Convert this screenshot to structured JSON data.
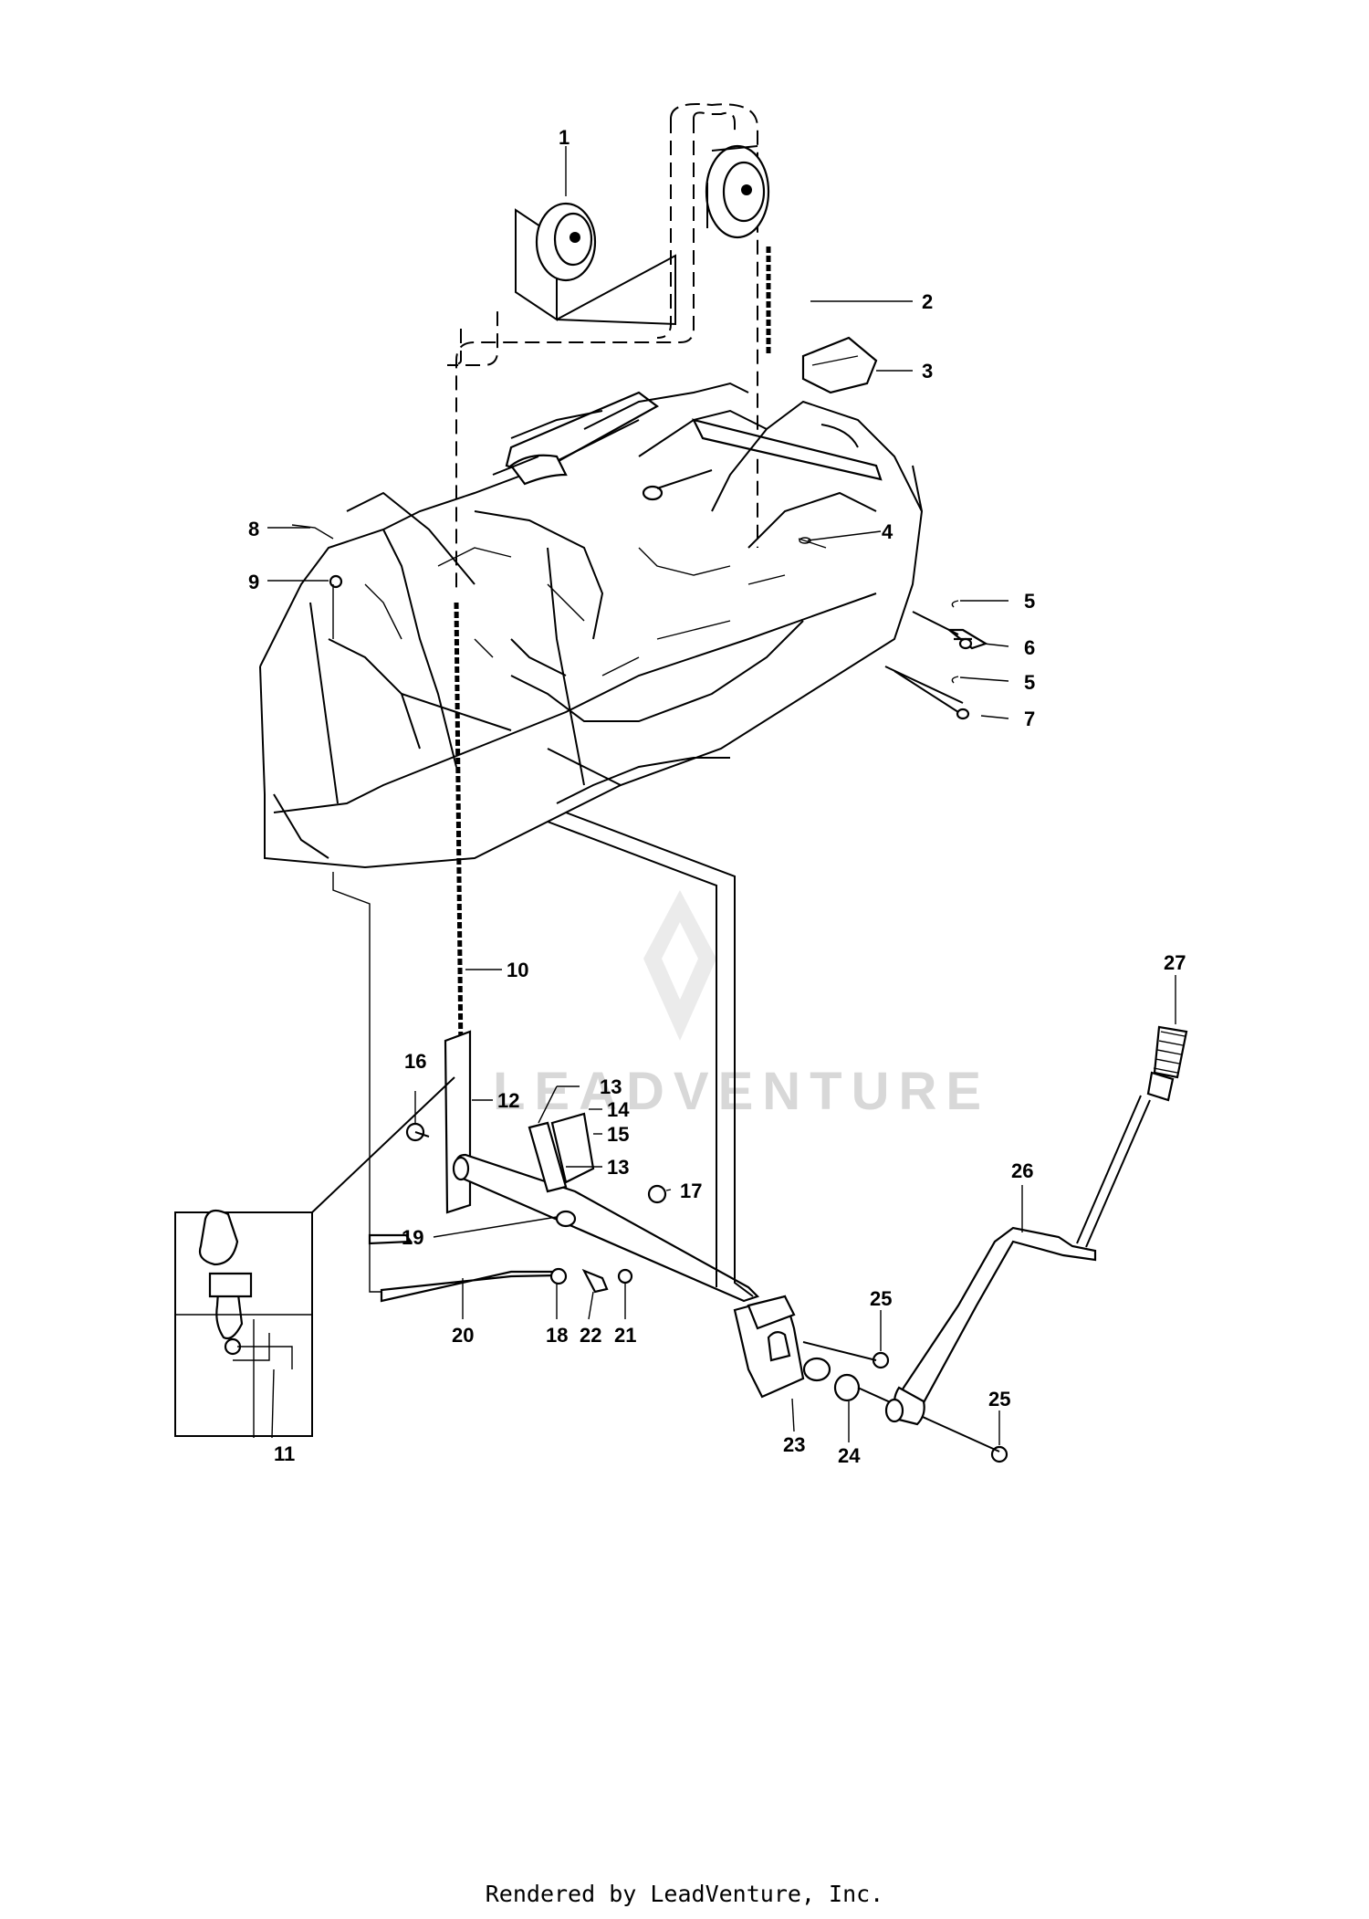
{
  "watermark": {
    "text": "LEADVENTURE",
    "color": "#d8d8d8"
  },
  "footer": {
    "credit": "Rendered by LeadVenture, Inc."
  },
  "callouts": [
    {
      "id": "c1",
      "label": "1"
    },
    {
      "id": "c2",
      "label": "2"
    },
    {
      "id": "c3",
      "label": "3"
    },
    {
      "id": "c4",
      "label": "4"
    },
    {
      "id": "c5a",
      "label": "5"
    },
    {
      "id": "c6",
      "label": "6"
    },
    {
      "id": "c5b",
      "label": "5"
    },
    {
      "id": "c7",
      "label": "7"
    },
    {
      "id": "c8",
      "label": "8"
    },
    {
      "id": "c9",
      "label": "9"
    },
    {
      "id": "c10",
      "label": "10"
    },
    {
      "id": "c11",
      "label": "11"
    },
    {
      "id": "c12",
      "label": "12"
    },
    {
      "id": "c13a",
      "label": "13"
    },
    {
      "id": "c14",
      "label": "14"
    },
    {
      "id": "c15",
      "label": "15"
    },
    {
      "id": "c13b",
      "label": "13"
    },
    {
      "id": "c16",
      "label": "16"
    },
    {
      "id": "c17",
      "label": "17"
    },
    {
      "id": "c19",
      "label": "19"
    },
    {
      "id": "c20",
      "label": "20"
    },
    {
      "id": "c18",
      "label": "18"
    },
    {
      "id": "c22",
      "label": "22"
    },
    {
      "id": "c21",
      "label": "21"
    },
    {
      "id": "c23",
      "label": "23"
    },
    {
      "id": "c24",
      "label": "24"
    },
    {
      "id": "c25a",
      "label": "25"
    },
    {
      "id": "c25b",
      "label": "25"
    },
    {
      "id": "c26",
      "label": "26"
    },
    {
      "id": "c27",
      "label": "27"
    }
  ]
}
